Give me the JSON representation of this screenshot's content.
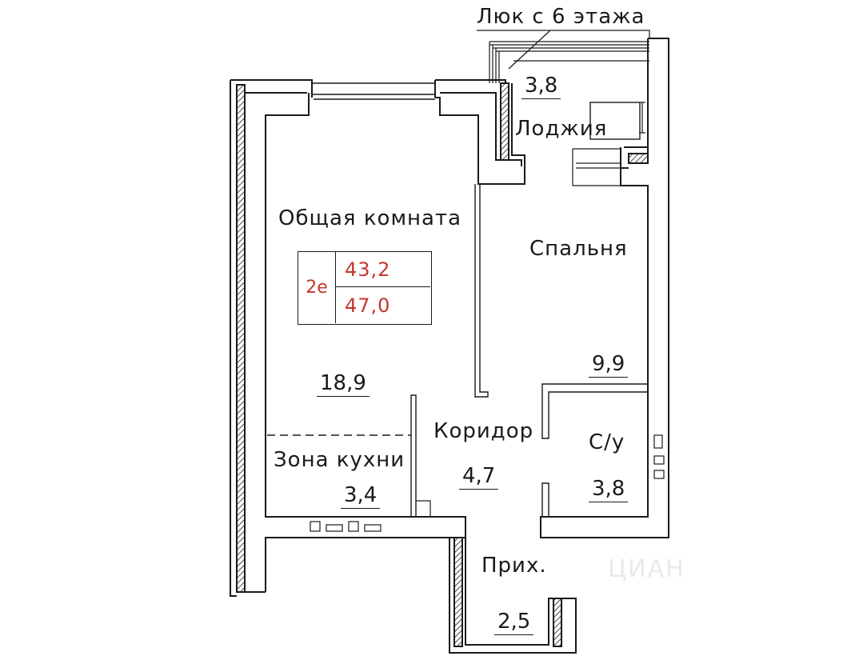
{
  "rooms": {
    "hatch_note": "Люк с 6 этажа",
    "loggia": {
      "label": "Лоджия",
      "area": "3,8"
    },
    "living": {
      "label": "Общая комната",
      "area": "18,9"
    },
    "bedroom": {
      "label": "Спальня",
      "area": "9,9"
    },
    "corridor": {
      "label": "Коридор",
      "area": "4,7"
    },
    "kitchen": {
      "label": "Зона кухни",
      "area": "3,4"
    },
    "bathroom": {
      "label": "С/у",
      "area": "3,8"
    },
    "hall": {
      "label": "Прих.",
      "area": "2,5"
    }
  },
  "stamp": {
    "code": "2е",
    "living_area": "43,2",
    "total_area": "47,0",
    "accent_color": "#c4372b"
  },
  "watermark": "ЦИАН",
  "colors": {
    "line": "#1a1a1a",
    "background": "#ffffff"
  }
}
